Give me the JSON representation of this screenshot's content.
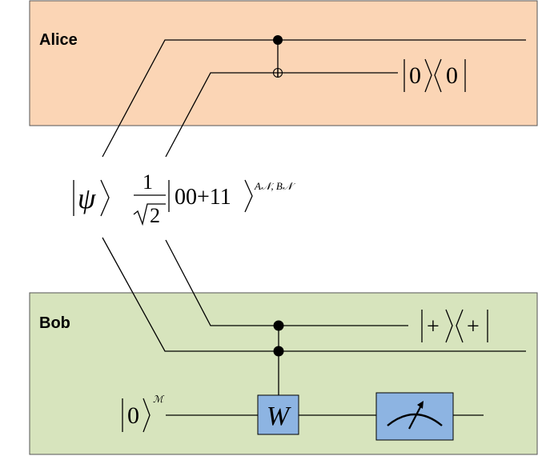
{
  "alice": {
    "label": "Alice",
    "color": "#FBD5B5"
  },
  "bob": {
    "label": "Bob",
    "color": "#D7E4BD"
  },
  "state": {
    "psi": "ψ",
    "frac_num": "1",
    "frac_den": "2",
    "bell": "00+11",
    "subscript": "A𝒩, B𝒩"
  },
  "alice_output": {
    "value": "0",
    "ket": "|0⟩⟨0|"
  },
  "bob_output": {
    "value": "+",
    "ket": "|+⟩⟨+|"
  },
  "ancilla": {
    "value": "0",
    "superscript": "ℳ"
  },
  "gates": {
    "w_label": "W",
    "w_color": "#8DB4E2",
    "meter_color": "#8DB4E2",
    "meter_icon": "measurement-meter-icon"
  }
}
